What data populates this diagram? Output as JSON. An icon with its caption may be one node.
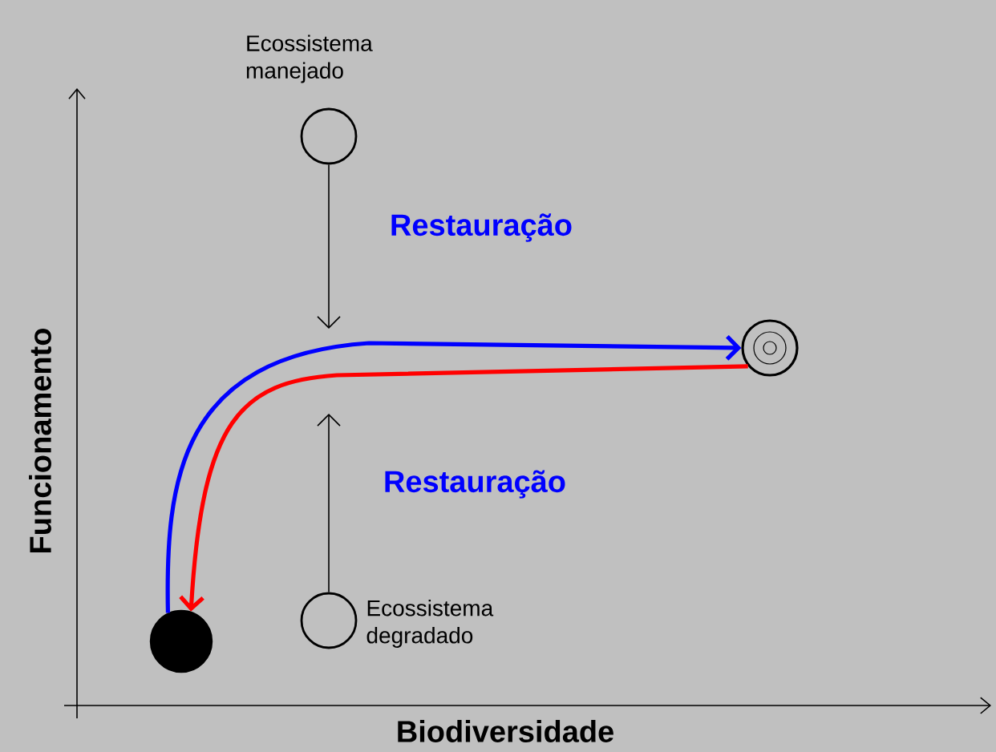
{
  "diagram": {
    "nodes": [
      {
        "text": [],
        "shape": "circle"
      },
      {
        "text": [
          "Ecossistema manejado"
        ]
      },
      {
        "text": [],
        "shape": "circle"
      },
      {
        "text": [
          "Ecossistema degradado"
        ]
      }
    ],
    "edges": [
      {
        "from": 0,
        "to": 2,
        "arrow": "to",
        "color": "#0000ff",
        "style": "thick"
      },
      {
        "from": 2,
        "to": 0,
        "arrow": "to",
        "color": "#ff0000",
        "style": "thick"
      },
      {
        "from": 1,
        "to": null,
        "arrow": "to",
        "label": "Restauração"
      },
      {
        "from": 3,
        "to": null,
        "arrow": "to",
        "label": "Restauração"
      }
    ],
    "labels": [
      "Funcionamento",
      "Biodiversidade"
    ]
  }
}
